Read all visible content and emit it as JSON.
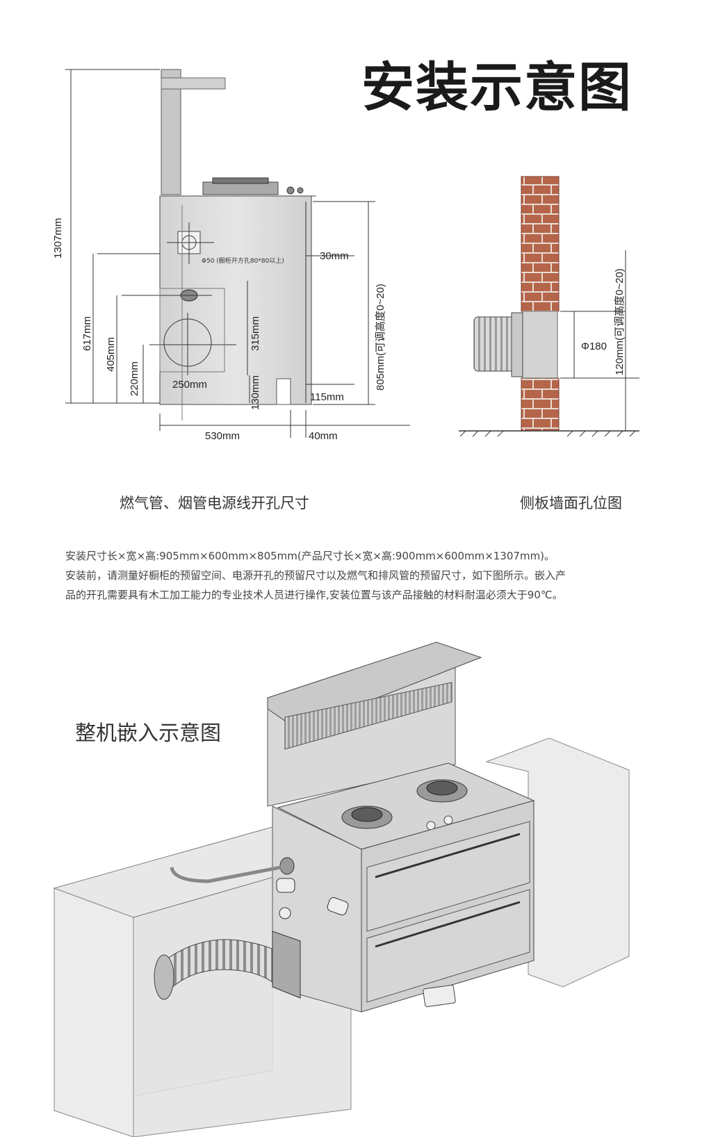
{
  "title": "安装示意图",
  "front_diagram": {
    "caption": "燃气管、烟管电源线开孔尺寸",
    "dims": {
      "total_height": "1307mm",
      "h617": "617mm",
      "h405": "405mm",
      "h220": "220mm",
      "h315": "315mm",
      "h130": "130mm",
      "w250": "250mm",
      "w530": "530mm",
      "w40": "40mm",
      "d30": "30mm",
      "d115": "115mm",
      "h805": "805mm(可调高度0~20)",
      "hole_note": "Φ50 (橱柜开方孔80*80以上)"
    }
  },
  "side_diagram": {
    "caption": "侧板墙面孔位图",
    "dims": {
      "diameter": "Φ180",
      "height": "120mm(可调高度0~20)"
    }
  },
  "description": [
    "安装尺寸长×宽×高:905mm×600mm×805mm(产品尺寸长×宽×高:900mm×600mm×1307mm)。",
    "安装前，请测量好橱柜的预留空间、电源开孔的预留尺寸以及燃气和排风管的预留尺寸，如下图所示。嵌入产",
    "品的开孔需要具有木工加工能力的专业技术人员进行操作,安装位置与该产品接触的材料耐温必须大于90℃。"
  ],
  "embed_diagram": {
    "caption": "整机嵌入示意图"
  }
}
